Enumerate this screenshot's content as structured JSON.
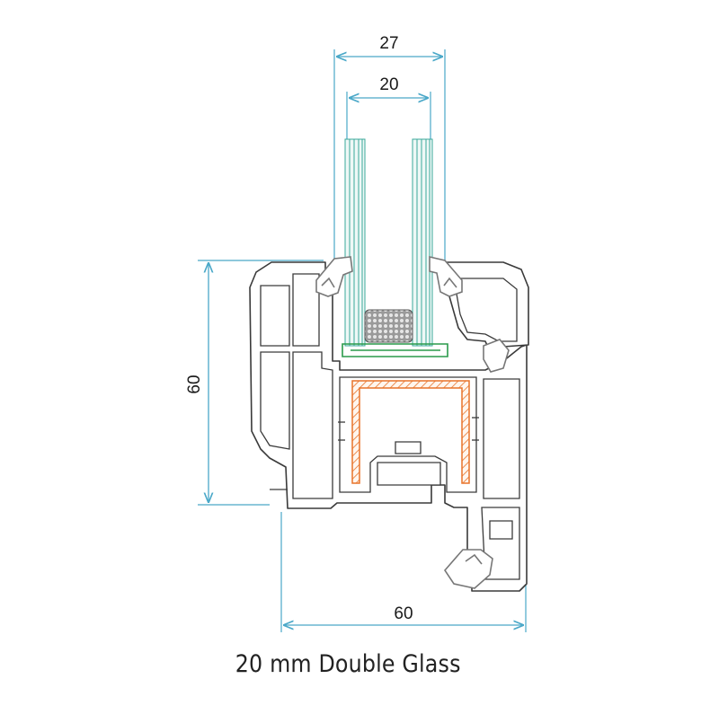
{
  "dimensions": {
    "glass_total_width": "27",
    "glass_inner_width": "20",
    "frame_height": "60",
    "frame_width": "60"
  },
  "caption": "20 mm Double Glass",
  "colors": {
    "dimension_line": "#4aa8c8",
    "glass_pane": "#3aa89a",
    "profile_outline": "#3a3a3a",
    "steel_reinforcement": "#e8742a",
    "spacer": "#2a9a4a",
    "gasket": "#888888"
  }
}
